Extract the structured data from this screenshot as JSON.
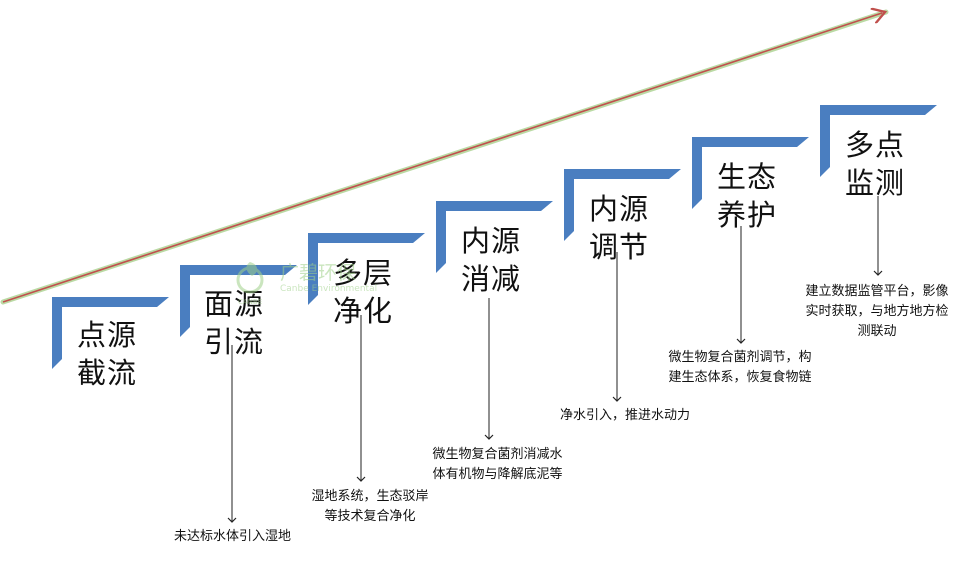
{
  "steps": [
    {
      "line1": "点源",
      "line2": "截流",
      "description": [
        "未达标水体引入湿地"
      ]
    },
    {
      "line1": "面源",
      "line2": "引流",
      "description": [
        "湿地系统，生态驳岸",
        "等技术复合净化"
      ]
    },
    {
      "line1": "多层",
      "line2": "净化",
      "description": [
        "微生物复合菌剂消减水",
        "体有机物与降解底泥等"
      ]
    },
    {
      "line1": "内源",
      "line2": "消减",
      "description": [
        "净水引入，推进水动力"
      ]
    },
    {
      "line1": "内源",
      "line2": "调节",
      "description": [
        "微生物复合菌剂调节，构",
        "建生态体系，恢复食物链"
      ]
    },
    {
      "line1": "生态",
      "line2": "养护",
      "description": [
        "建立数据监管平台，影像",
        "实时获取，与地方地方检",
        "测联动"
      ]
    },
    {
      "line1": "多点",
      "line2": "监测",
      "description": []
    }
  ],
  "watermark": {
    "name": "广碧环保",
    "english": "Canbe Environmental",
    "small": "CANBE"
  },
  "colors": {
    "stair": "#4a7ec0",
    "arrow_main": "#c0504d",
    "arrow_glow": "#a9d18e",
    "connector": "#222222"
  }
}
